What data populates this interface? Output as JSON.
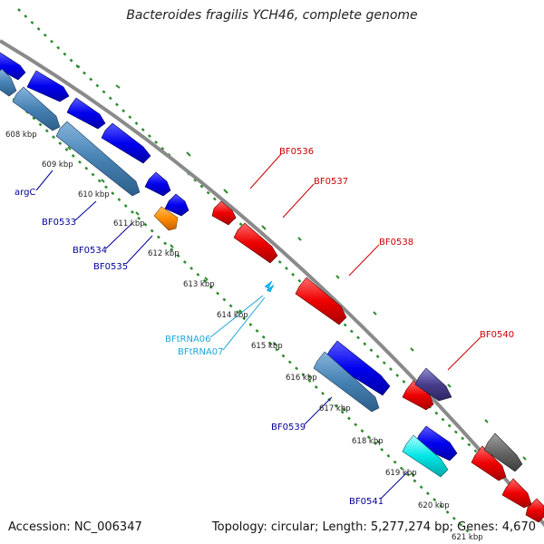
{
  "title": "Bacteroides fragilis YCH46, complete genome",
  "footer": {
    "accession": "Accession: NC_006347",
    "summary": "Topology: circular; Length: 5,277,274 bp; Genes: 4,670"
  },
  "colors": {
    "backbone": "#8a8a8a",
    "tick_ring": "#2e8b2e",
    "forward_gene": "#0000e6",
    "reverse_gene": "#ee0000",
    "forward_cds_alt": "#4682b4",
    "trna": "#00bfff",
    "label_blue": "#000099",
    "label_red": "#cc0000",
    "label_cyan": "#1fa6d8"
  },
  "scale_labels": [
    "608 kbp",
    "609 kbp",
    "610 kbp",
    "611 kbp",
    "612 kbp",
    "613 kbp",
    "614 kbp",
    "615 kbp",
    "616 kbp",
    "617 kbp",
    "618 kbp",
    "619 kbp",
    "620 kbp",
    "621 kbp"
  ],
  "gene_labels": {
    "argC": "argC",
    "BF0533": "BF0533",
    "BF0534": "BF0534",
    "BF0535": "BF0535",
    "BF0536": "BF0536",
    "BF0537": "BF0537",
    "BF0538": "BF0538",
    "BF0539": "BF0539",
    "BF0540": "BF0540",
    "BF0541": "BF0541",
    "BFtRNA06": "BFtRNA06",
    "BFtRNA07": "BFtRNA07"
  }
}
